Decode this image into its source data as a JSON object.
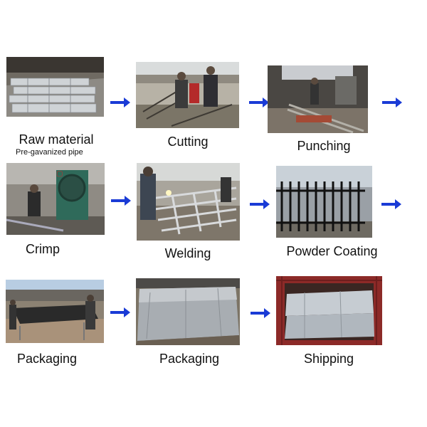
{
  "steps": [
    {
      "label": "Raw material",
      "sublabel": "Pre-gavanized pipe"
    },
    {
      "label": "Cutting"
    },
    {
      "label": "Punching"
    },
    {
      "label": "Crimp"
    },
    {
      "label": "Welding"
    },
    {
      "label": "Powder Coating"
    },
    {
      "label": "Packaging"
    },
    {
      "label": "Packaging"
    },
    {
      "label": "Shipping"
    }
  ],
  "colors": {
    "arrow": "#1a3bd6"
  },
  "icons": {
    "arrow": "right-arrow-icon"
  }
}
